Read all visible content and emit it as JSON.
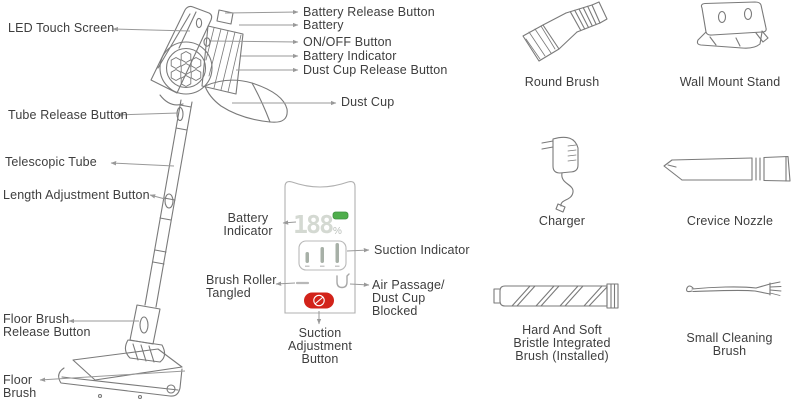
{
  "parts": {
    "led_touch_screen": "LED Touch Screen",
    "battery_release_button": "Battery Release Button",
    "battery": "Battery",
    "on_off_button": "ON/OFF Button",
    "battery_indicator": "Battery Indicator",
    "dust_cup_release_button": "Dust Cup Release Button",
    "dust_cup": "Dust Cup",
    "tube_release_button": "Tube Release Button",
    "telescopic_tube": "Telescopic Tube",
    "length_adjustment_button": "Length Adjustment Button",
    "floor_brush_release_button": [
      "Floor Brush",
      "Release Button"
    ],
    "floor_brush": [
      "Floor",
      "Brush"
    ]
  },
  "panel": {
    "battery_indicator": [
      "Battery",
      "Indicator"
    ],
    "suction_indicator": "Suction Indicator",
    "brush_roller_tangled": [
      "Brush Roller",
      "Tangled"
    ],
    "air_passage_dust_cup_blocked": [
      "Air Passage/",
      "Dust Cup",
      "Blocked"
    ],
    "suction_adjustment_button": [
      "Suction",
      "Adjustment",
      "Button"
    ],
    "display": {
      "battery_level": "188",
      "unit": "%"
    }
  },
  "accessories": [
    {
      "id": "round-brush",
      "label": "Round Brush"
    },
    {
      "id": "wall-mount-stand",
      "label": "Wall Mount Stand"
    },
    {
      "id": "charger",
      "label": "Charger"
    },
    {
      "id": "crevice-nozzle",
      "label": "Crevice Nozzle"
    },
    {
      "id": "hard-soft-brush",
      "label": [
        "Hard And Soft",
        "Bristle Integrated",
        "Brush (Installed)"
      ]
    },
    {
      "id": "small-cleaning-brush",
      "label": [
        "Small Cleaning",
        "Brush"
      ]
    }
  ],
  "colors": {
    "button_red": "#d2231a",
    "battery_green": "#4fae4c",
    "line_art_gray": "#7a7a7a",
    "leader_gray": "#999999",
    "text_gray": "#3e3e3e"
  }
}
